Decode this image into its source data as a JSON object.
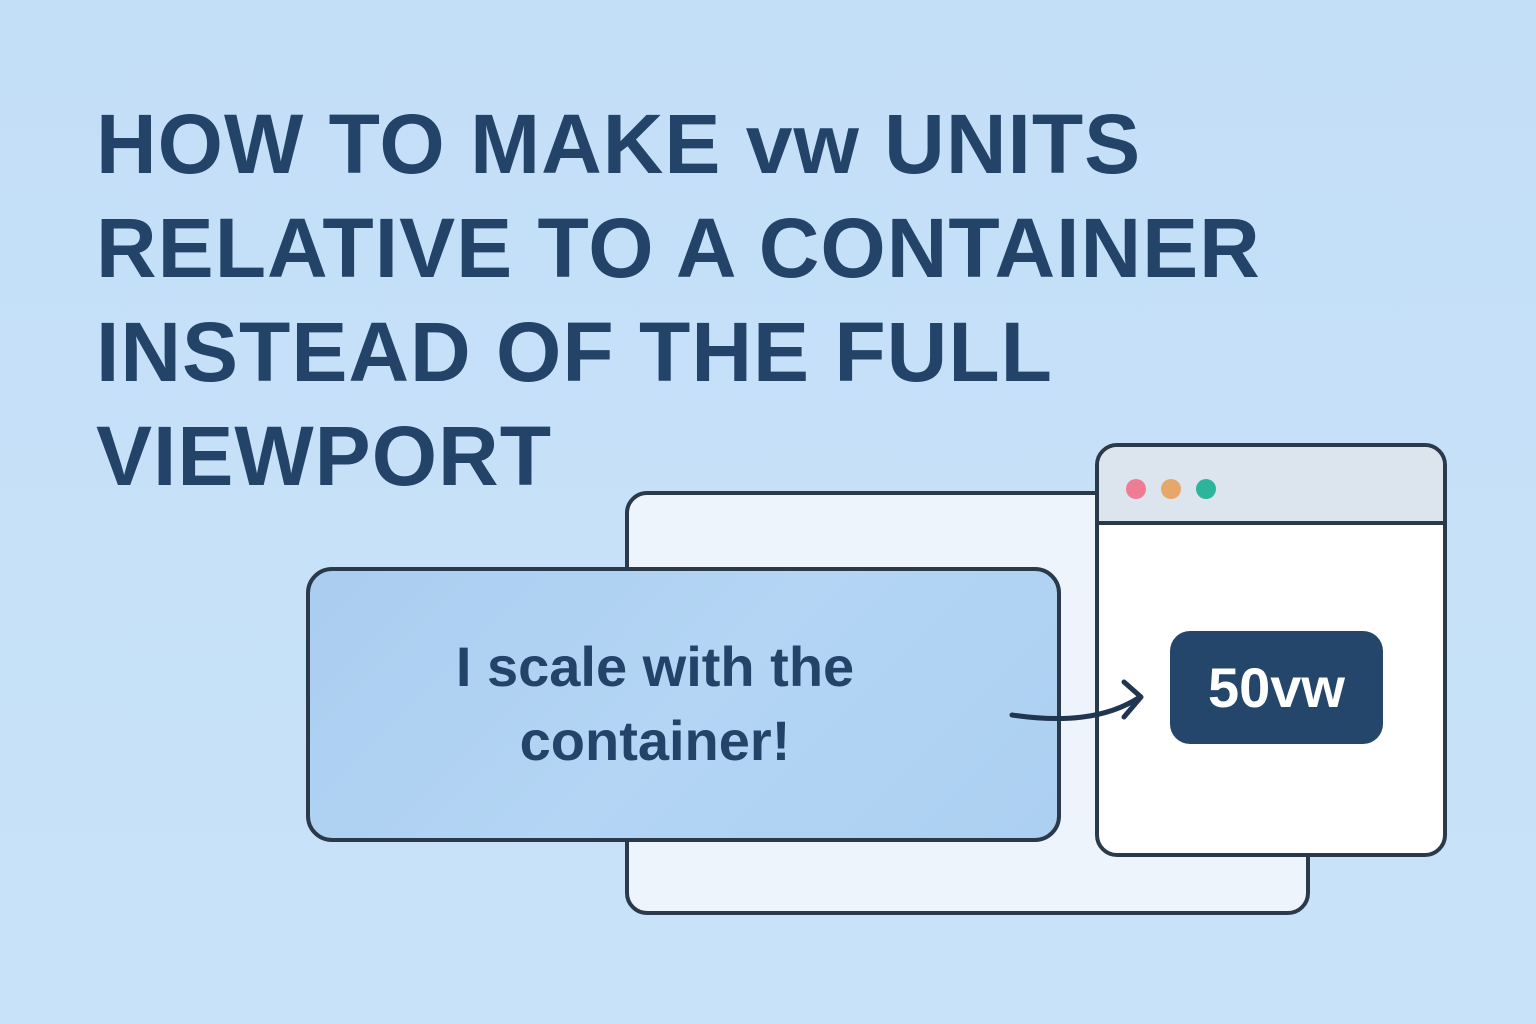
{
  "title": {
    "line1_pre": "HOW TO MAKE ",
    "line1_unit": "vw",
    "line1_post": " UNITS",
    "line2": "RELATIVE TO A CONTAINER",
    "line3": "INSTEAD OF THE FULL",
    "line4": "VIEWPORT"
  },
  "container": {
    "text": "I scale with the container!"
  },
  "browser": {
    "badge": "50vw",
    "window_controls": [
      "red-dot",
      "orange-dot",
      "green-dot"
    ]
  },
  "colors": {
    "background": "#c5e0f8",
    "title": "#234468",
    "badge_bg": "#25466b",
    "outline": "#2b3a4a",
    "dot_red": "#ee7c94",
    "dot_orange": "#e8a76a",
    "dot_green": "#2cb59b"
  }
}
